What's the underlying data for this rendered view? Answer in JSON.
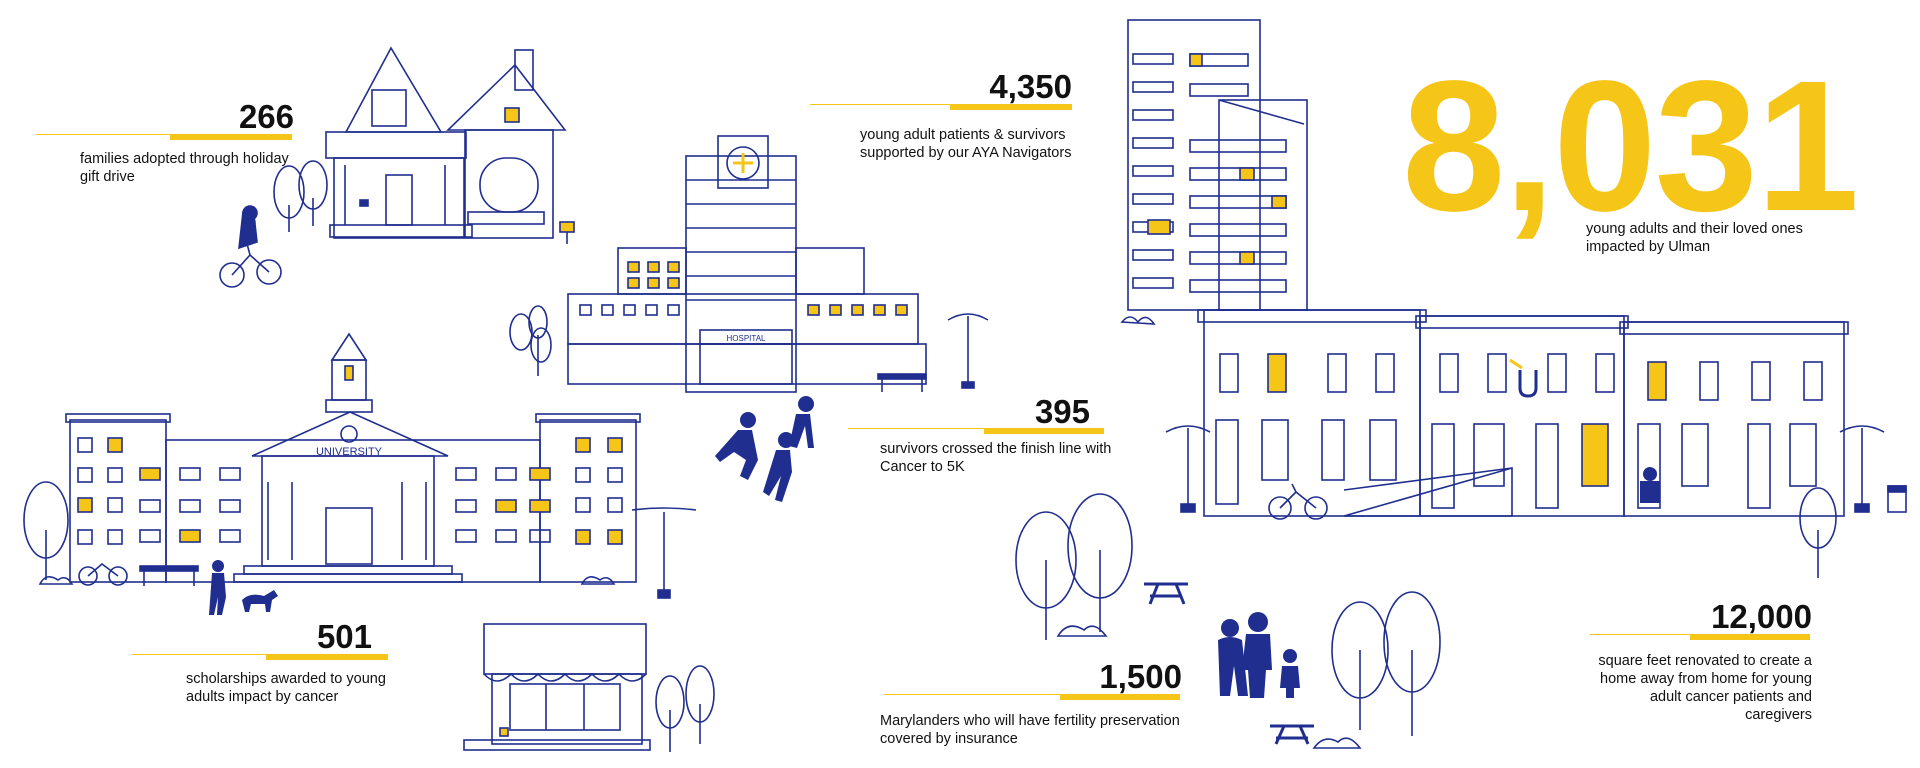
{
  "colors": {
    "navy": "#1f2e8f",
    "yellow": "#f5c518",
    "text": "#111111"
  },
  "icons": [
    "house-icon",
    "hospital-icon",
    "apartment-tower-icon",
    "rowhouse-block-icon",
    "university-icon",
    "storefront-icon",
    "bicycle-rider-icon",
    "runners-icon",
    "family-icon",
    "dog-walker-icon",
    "picnic-table-icon",
    "street-lamp-icon",
    "tree-icon",
    "bench-icon"
  ],
  "signs": {
    "hospital": "HOSPITAL",
    "university": "UNIVERSITY",
    "logo_letter": "U"
  },
  "headline": {
    "value": "8,031",
    "text": "young adults and their loved ones impacted by Ulman"
  },
  "stats": [
    {
      "value": "266",
      "text": "families adopted through holiday gift drive"
    },
    {
      "value": "4,350",
      "text": "young adult patients & survivors supported by our AYA Navigators"
    },
    {
      "value": "395",
      "text": "survivors crossed the finish line with Cancer to 5K"
    },
    {
      "value": "501",
      "text": "scholarships awarded to young adults impact by cancer"
    },
    {
      "value": "1,500",
      "text": "Marylanders who will have fertility preservation covered by insurance"
    },
    {
      "value": "12,000",
      "text": "square feet renovated to create a home away from home for young adult cancer patients and caregivers"
    }
  ]
}
